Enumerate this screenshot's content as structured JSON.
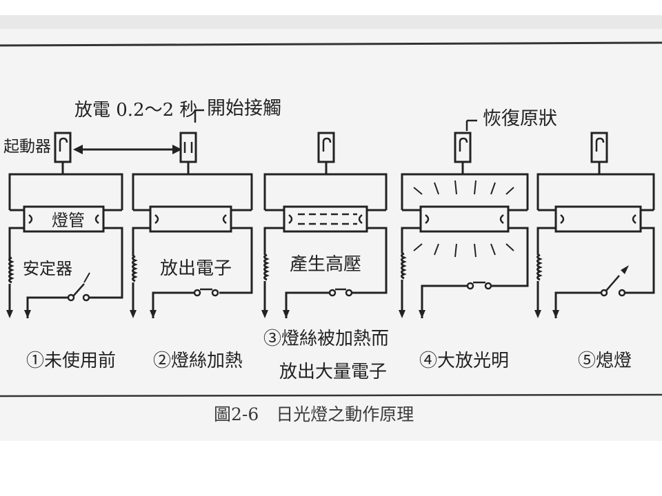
{
  "figure": {
    "caption": "圖2-6　日光燈之動作原理"
  },
  "annotations": {
    "discharge": "放電 0.2～2 秒",
    "start_contact": "開始接觸",
    "starter": "起動器",
    "tube": "燈管",
    "ballast": "安定器",
    "restore": "恢復原狀"
  },
  "panels": [
    {
      "step": "①未使用前",
      "step_line2": "",
      "inner_label": ""
    },
    {
      "step": "②燈絲加熱",
      "step_line2": "",
      "inner_label": "放出電子"
    },
    {
      "step": "③燈絲被加熱而",
      "step_line2": "放出大量電子",
      "inner_label": "產生高壓"
    },
    {
      "step": "④大放光明",
      "step_line2": "",
      "inner_label": ""
    },
    {
      "step": "⑤熄燈",
      "step_line2": "",
      "inner_label": ""
    }
  ]
}
